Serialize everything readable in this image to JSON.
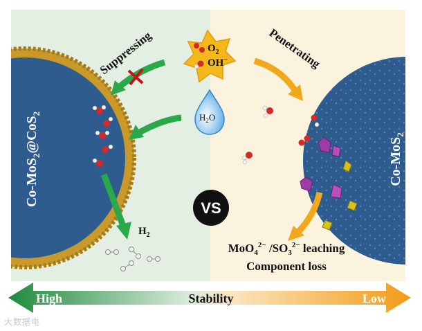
{
  "labels": {
    "left_material": "Co-MoS",
    "left_material_sub1": "2",
    "left_material_at": "@CoS",
    "left_material_sub2": "2",
    "right_material": "Co-MoS",
    "right_material_sub": "2",
    "suppressing": "Suppressing",
    "penetrating": "Penetrating",
    "o2": "O",
    "o2_sub": "2",
    "oh": "OH",
    "oh_sup": "−",
    "h2o": "H",
    "h2o_sub": "2",
    "h2o_end": "O",
    "h2": "H",
    "h2_sub": "2",
    "vs": "VS",
    "leaching_a": "MoO",
    "leaching_sub1": "4",
    "leaching_sup1": "2−",
    "leaching_b": " /SO",
    "leaching_sub2": "3",
    "leaching_sup2": "2−",
    "leaching_c": " leaching",
    "component_loss": "Component loss",
    "stability": "Stability",
    "high": "High",
    "low": "Low"
  },
  "watermark": "大数据电",
  "colors": {
    "left_bg": "#e3efe2",
    "right_bg": "#fcf3de",
    "sphere": "#2f5c8f",
    "shell": "#c99a2a",
    "green_arrow": "#2aa84a",
    "orange_arrow": "#f1a81a",
    "oxygen": "#d42a2a",
    "hydrogen": "#f2f2f2",
    "vs_bg": "#111111"
  }
}
